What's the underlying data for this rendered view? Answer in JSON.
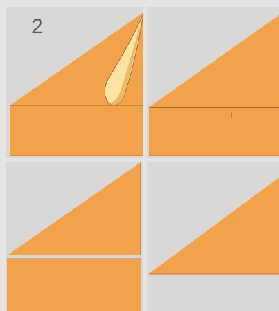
{
  "step": {
    "number": "2"
  },
  "colors": {
    "background": "#e6e4e2",
    "panel": "#d9d7d5",
    "paper": "#f1a24a",
    "paper_edge": "#c37a2e",
    "crease": "#b8722c",
    "curl_highlight": "#fbe3a6",
    "curl_shade": "#e9b05a"
  },
  "panels": [
    {
      "id": "top-left",
      "description_icon": "paper-corner-curl-icon"
    },
    {
      "id": "top-right",
      "description_icon": "fold-crease-icon"
    },
    {
      "id": "bottom-left",
      "description_icon": "separated-strip-icon"
    },
    {
      "id": "bottom-right",
      "description_icon": "triangle-icon"
    }
  ]
}
